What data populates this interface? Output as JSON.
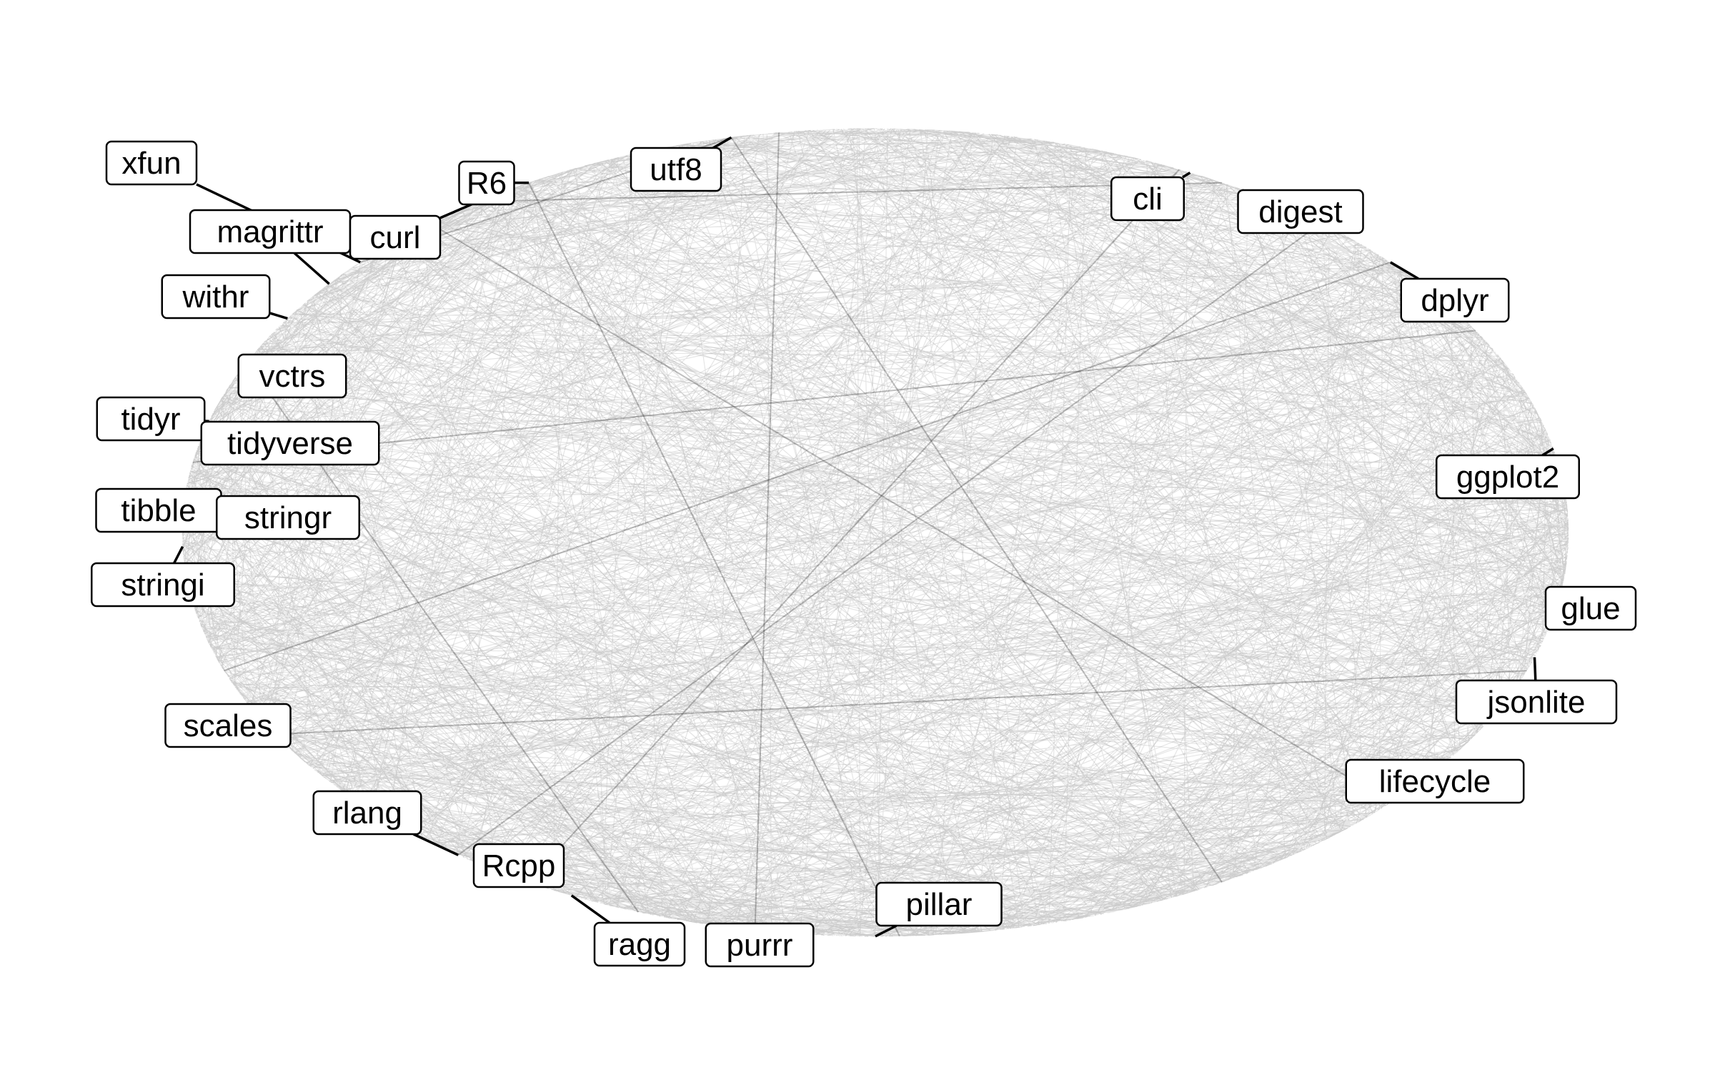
{
  "chart_data": {
    "type": "network",
    "layout": "circle",
    "edge_color": "#000000",
    "label_fill": "#ffffff",
    "label_border": "#000000",
    "labels": [
      "xfun",
      "magrittr",
      "withr",
      "R6",
      "curl",
      "utf8",
      "cli",
      "digest",
      "dplyr",
      "vctrs",
      "tidyr",
      "tidyverse",
      "tibble",
      "stringr",
      "stringi",
      "ggplot2",
      "glue",
      "jsonlite",
      "lifecycle",
      "scales",
      "rlang",
      "Rcpp",
      "pillar",
      "ragg",
      "purrr"
    ]
  }
}
